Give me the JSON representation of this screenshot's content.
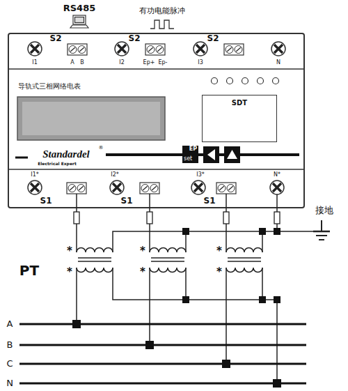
{
  "diagram": {
    "nodes": [
      {
        "text": [
          "导轨式三相网络电表"
        ]
      },
      {
        "text": [
          "SDT"
        ],
        "in": 0
      },
      {
        "text": [
          "EP",
          "set"
        ],
        "in": 0
      }
    ],
    "labels": [
      "RS485",
      "有功电能脉冲",
      "S2",
      "I1",
      "A",
      "B",
      "S2",
      "I2",
      "Ep+",
      "Ep-",
      "S2",
      "I3",
      "N",
      "Standardel",
      "®",
      "Electrical Expert",
      "I1*",
      "S1",
      "I2*",
      "S1",
      "I3*",
      "S1",
      "N*",
      "接地",
      "PT",
      "*",
      "*",
      "*",
      "*",
      "*",
      "*",
      "A",
      "B",
      "C",
      "N"
    ]
  }
}
